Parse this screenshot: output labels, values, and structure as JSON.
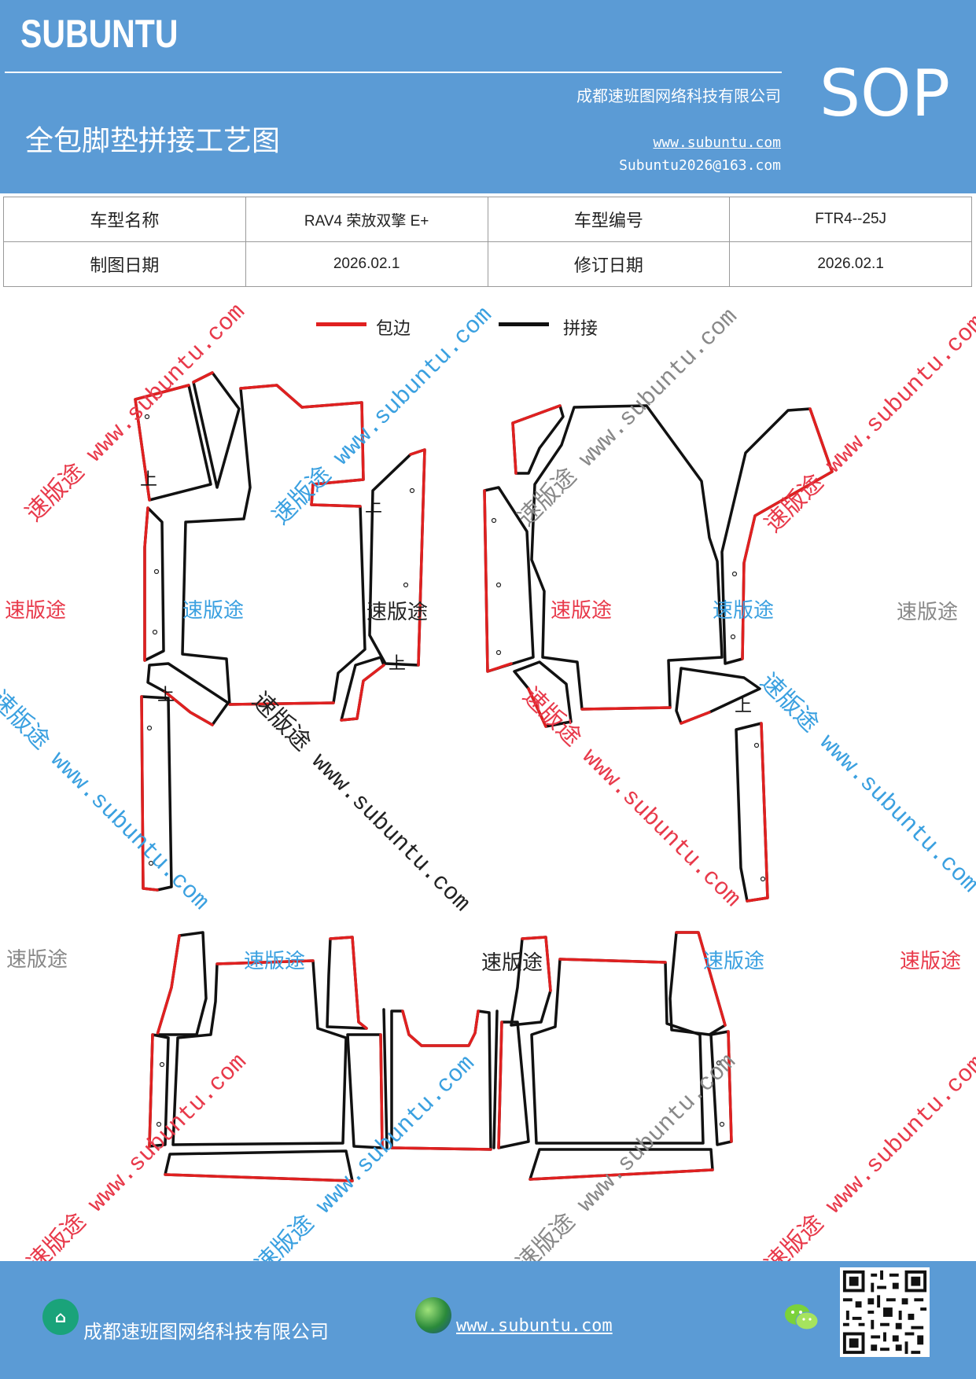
{
  "header": {
    "brand": "SUBUNTU",
    "sop": "SOP",
    "company": "成都速班图网络科技有限公司",
    "title": "全包脚垫拼接工艺图",
    "website": "www.subuntu.com",
    "email": "Subuntu2026@163.com"
  },
  "info_table": {
    "row1": {
      "label1": "车型名称",
      "value1": "RAV4 荣放双擎 E+",
      "label2": "车型编号",
      "value2": "FTR4--25J"
    },
    "row2": {
      "label1": "制图日期",
      "value1": "2026.02.1",
      "label2": "修订日期",
      "value2": "2026.02.1"
    }
  },
  "legend": {
    "edge": {
      "label": "包边",
      "color": "#e02020"
    },
    "splice": {
      "label": "拼接",
      "color": "#111111"
    }
  },
  "piece_marker": "上",
  "watermarks": {
    "brand_text": "速版途",
    "diagonal_text": "速版途 www.subuntu.com",
    "url_text": "www.subuntu.com",
    "colors": {
      "red": "#e8394a",
      "blue": "#3aa0e0",
      "gray": "#888888",
      "dark": "#222222"
    }
  },
  "footer": {
    "company": "成都速班图网络科技有限公司",
    "website": "www.subuntu.com",
    "icons": [
      "home-icon",
      "globe-icon",
      "wechat-icon",
      "qr-code"
    ]
  }
}
